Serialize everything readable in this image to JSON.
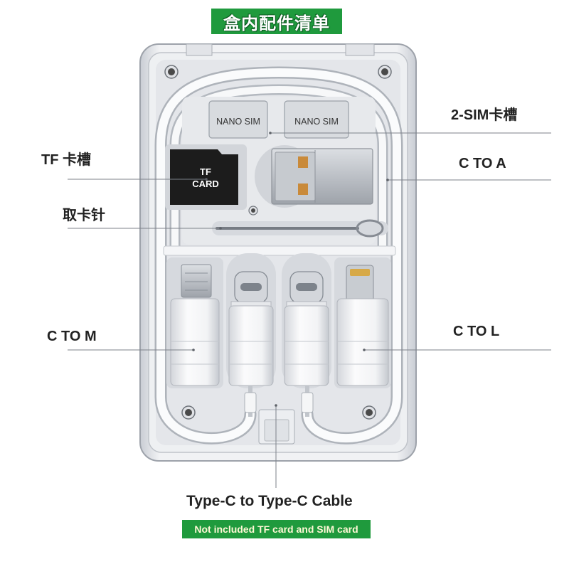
{
  "header": {
    "title": "盒内配件清单"
  },
  "callouts": {
    "sim_slot": "2-SIM卡槽",
    "tf_slot": "TF 卡槽",
    "c_to_a": "C TO A",
    "sim_pin": "取卡针",
    "c_to_m": "C TO M",
    "c_to_l": "C TO L",
    "cable": "Type-C to Type-C Cable"
  },
  "device": {
    "sim_tray_left": "NANO SIM",
    "sim_tray_right": "NANO SIM",
    "tf_card_line1": "TF",
    "tf_card_line2": "CARD"
  },
  "note": {
    "text": "Not included TF card and SIM card"
  },
  "colors": {
    "badge_green": "#1f9a3d",
    "label_text": "#222222",
    "tf_card": "#1c1c1c",
    "leader_line": "#7d828a",
    "usb_contacts": "#c98a3a",
    "lightning_pins": "#d7a947"
  }
}
